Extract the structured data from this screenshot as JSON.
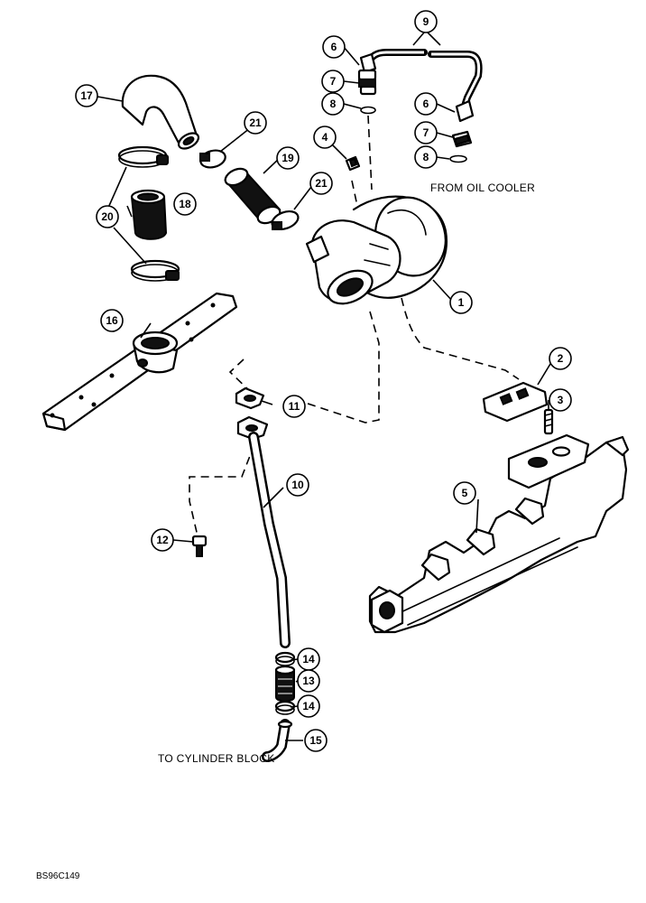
{
  "notes": {
    "from_oil_cooler": "FROM OIL COOLER",
    "to_cylinder_block": "TO CYLINDER BLOCK",
    "figure_code": "BS96C149"
  },
  "callouts": {
    "c1": "1",
    "c2": "2",
    "c3": "3",
    "c4": "4",
    "c5": "5",
    "c6a": "6",
    "c6b": "6",
    "c7a": "7",
    "c7b": "7",
    "c8a": "8",
    "c8b": "8",
    "c9": "9",
    "c10": "10",
    "c11": "11",
    "c12": "12",
    "c13": "13",
    "c14a": "14",
    "c14b": "14",
    "c15": "15",
    "c16": "16",
    "c17": "17",
    "c18": "18",
    "c19": "19",
    "c20": "20",
    "c21a": "21",
    "c21b": "21"
  }
}
